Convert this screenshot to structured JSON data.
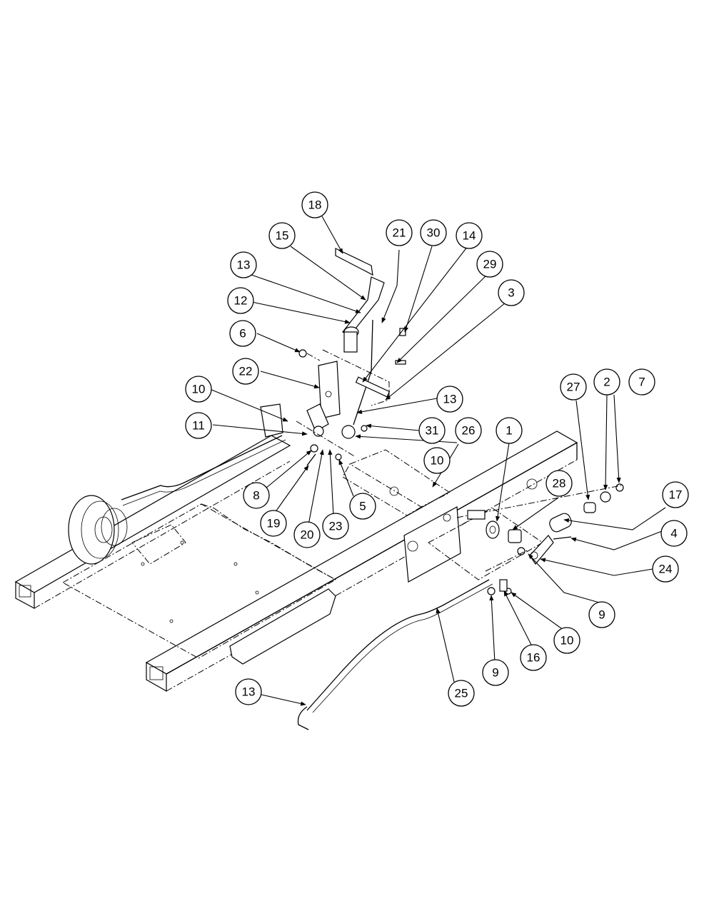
{
  "diagram": {
    "callouts": [
      {
        "id": "c18",
        "label": "18"
      },
      {
        "id": "c15",
        "label": "15"
      },
      {
        "id": "c21",
        "label": "21"
      },
      {
        "id": "c30",
        "label": "30"
      },
      {
        "id": "c14",
        "label": "14"
      },
      {
        "id": "c13a",
        "label": "13"
      },
      {
        "id": "c29",
        "label": "29"
      },
      {
        "id": "c12",
        "label": "12"
      },
      {
        "id": "c3",
        "label": "3"
      },
      {
        "id": "c6",
        "label": "6"
      },
      {
        "id": "c22",
        "label": "22"
      },
      {
        "id": "c10a",
        "label": "10"
      },
      {
        "id": "c27",
        "label": "27"
      },
      {
        "id": "c2",
        "label": "2"
      },
      {
        "id": "c7",
        "label": "7"
      },
      {
        "id": "c13b",
        "label": "13"
      },
      {
        "id": "c11",
        "label": "11"
      },
      {
        "id": "c31",
        "label": "31"
      },
      {
        "id": "c26",
        "label": "26"
      },
      {
        "id": "c1",
        "label": "1"
      },
      {
        "id": "c10b",
        "label": "10"
      },
      {
        "id": "c28",
        "label": "28"
      },
      {
        "id": "c17",
        "label": "17"
      },
      {
        "id": "c8",
        "label": "8"
      },
      {
        "id": "c5",
        "label": "5"
      },
      {
        "id": "c19",
        "label": "19"
      },
      {
        "id": "c20",
        "label": "20"
      },
      {
        "id": "c23",
        "label": "23"
      },
      {
        "id": "c4",
        "label": "4"
      },
      {
        "id": "c24",
        "label": "24"
      },
      {
        "id": "c9a",
        "label": "9"
      },
      {
        "id": "c10c",
        "label": "10"
      },
      {
        "id": "c9b",
        "label": "9"
      },
      {
        "id": "c16",
        "label": "16"
      },
      {
        "id": "c25",
        "label": "25"
      },
      {
        "id": "c13c",
        "label": "13"
      }
    ]
  }
}
